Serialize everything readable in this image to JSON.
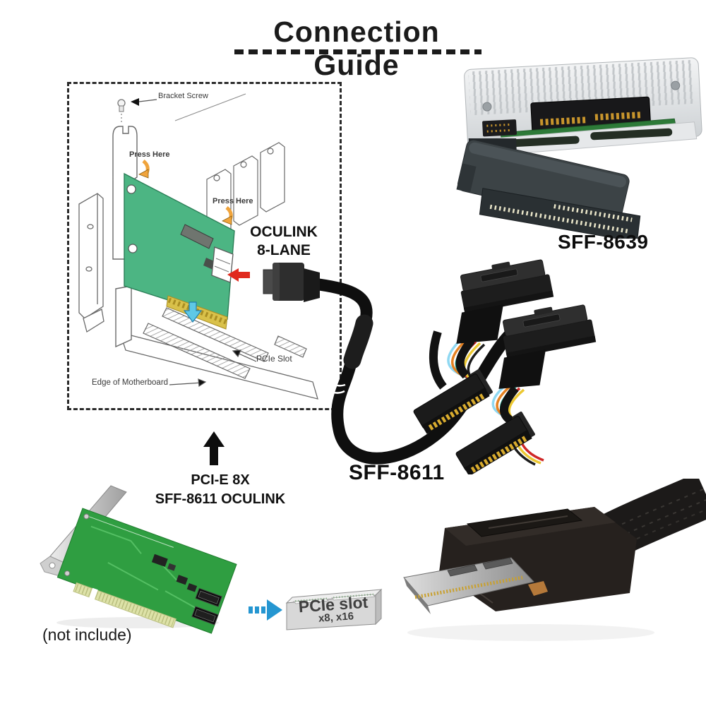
{
  "title": {
    "text": "Connection Guide"
  },
  "diagram": {
    "bracket_screw": "Bracket Screw",
    "press_here_top": "Press Here",
    "press_here_right": "Press Here",
    "pcie_slot": "PCIe Slot",
    "edge_of_motherboard": "Edge of Motherboard"
  },
  "callouts": {
    "oculink_line1": "OCULINK",
    "oculink_line2": "8-LANE",
    "sff8639": "SFF-8639",
    "sff8611": "SFF-8611",
    "adapter_line1": "PCI-E 8X",
    "adapter_line2": "SFF-8611 OCULINK",
    "not_include": "(not include)"
  },
  "pcie_slot_box": {
    "title": "PCIe slot",
    "subtitle": "x8, x16"
  },
  "icons": {
    "press_here_arrow": "yellow-curved-down-arrow",
    "bracket_screw_pointer": "black-left-arrowhead",
    "oculink_pointer": "red-left-arrow",
    "card_insert_arrow": "cyan-down-arrow",
    "included_card_pointer": "black-up-arrow",
    "slot_direction_arrow": "blue-right-arrow-with-dashes"
  },
  "colors": {
    "press_arrow_yellow": "#F0A43C",
    "pointer_red": "#E02A1E",
    "arrow_blue": "#2596D1",
    "diagram_card_green": "#4CB583",
    "photo_card_green": "#2F9E41"
  }
}
